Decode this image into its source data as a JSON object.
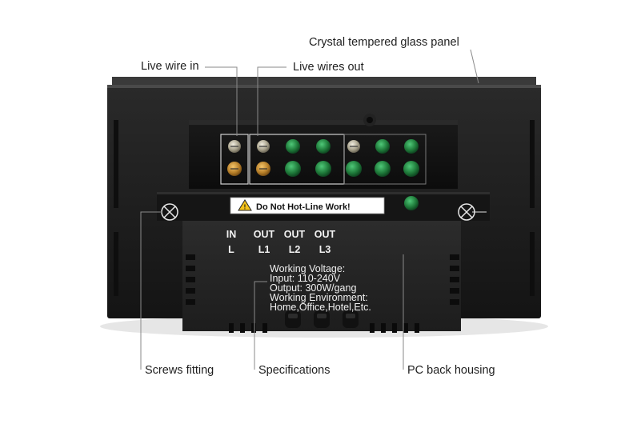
{
  "callouts": {
    "crystal_panel": "Crystal tempered glass panel",
    "live_wire_in": "Live wire in",
    "live_wires_out": "Live wires out",
    "screws_fitting": "Screws fitting",
    "specifications": "Specifications",
    "pc_back_housing": "PC back housing"
  },
  "warning_label": "Do Not Hot-Line Work!",
  "terminals": [
    {
      "top": "IN",
      "bottom": "L"
    },
    {
      "top": "OUT",
      "bottom": "L1"
    },
    {
      "top": "OUT",
      "bottom": "L2"
    },
    {
      "top": "OUT",
      "bottom": "L3"
    }
  ],
  "spec_lines": [
    "Working Voltage:",
    "Input: 110-240V",
    "Output: 300W/gang",
    "Working Environment:",
    "Home,Office,Hotel,Etc."
  ],
  "colors": {
    "panel": "#1c1c1c",
    "housing": "#262626",
    "brass_screw": "#b8802a",
    "green_screw": "#1f7a3a",
    "warning_yellow": "#f4c21a"
  }
}
